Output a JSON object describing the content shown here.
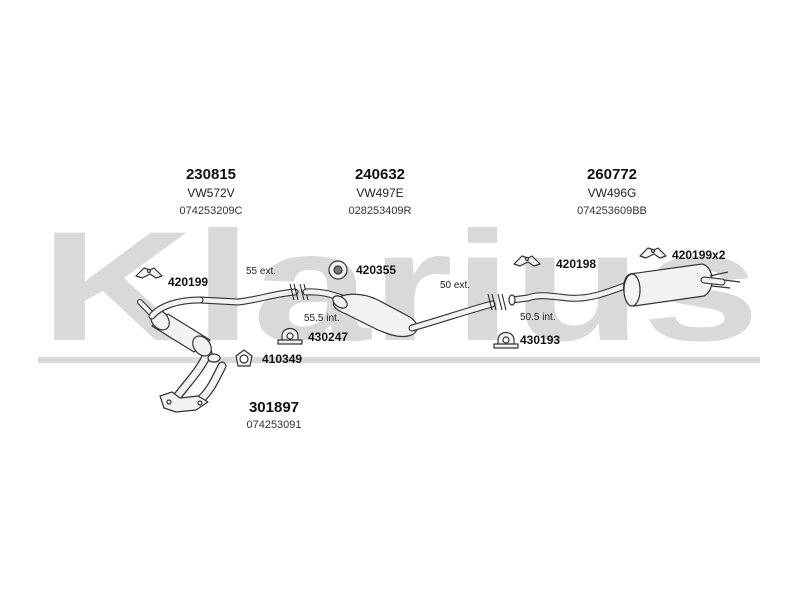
{
  "watermark": {
    "text": "Klarius",
    "color": "#d9d9d9"
  },
  "sections": [
    {
      "part_no": "230815",
      "code": "VW572V",
      "oem": "074253209C"
    },
    {
      "part_no": "240632",
      "code": "VW497E",
      "oem": "028253409R"
    },
    {
      "part_no": "260772",
      "code": "VW496G",
      "oem": "074253609BB"
    }
  ],
  "front_pipe": {
    "part_no": "301897",
    "oem": "074253091"
  },
  "fittings": {
    "mount_1": "420199",
    "mount_2": "420355",
    "mount_3": "420198",
    "mount_4": "420199x2",
    "clamp_1": "430247",
    "clamp_2": "430193",
    "gasket": "410349"
  },
  "extensions": {
    "ext_1": "55 ext.",
    "int_1": "55.5 int.",
    "ext_2": "50 ext.",
    "int_2": "50.5 int."
  },
  "colors": {
    "pipe_fill": "#f2f2f2",
    "pipe_stroke": "#333333"
  }
}
